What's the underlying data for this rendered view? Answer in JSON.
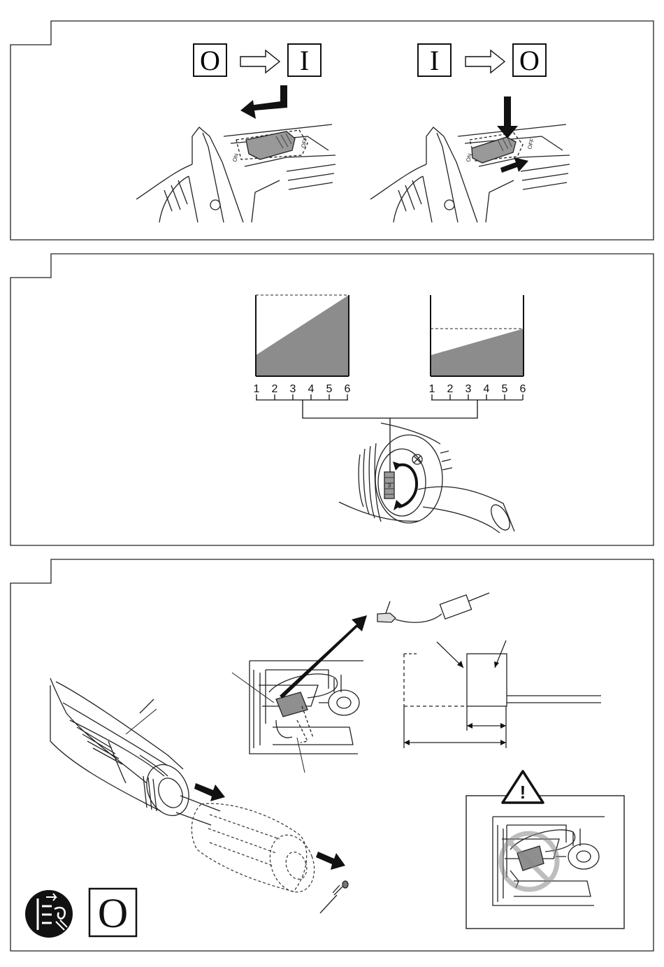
{
  "panel1": {
    "switch_on": {
      "from": "O",
      "to": "I"
    },
    "switch_off": {
      "from": "I",
      "to": "O"
    },
    "switch_text": {
      "on": "ON",
      "off": "OFF"
    }
  },
  "panel2": {
    "scale": [
      "1",
      "2",
      "3",
      "4",
      "5",
      "6"
    ],
    "dial_value": "3"
  },
  "panel3": {
    "off_symbol": "O",
    "warning_symbol": "!"
  }
}
